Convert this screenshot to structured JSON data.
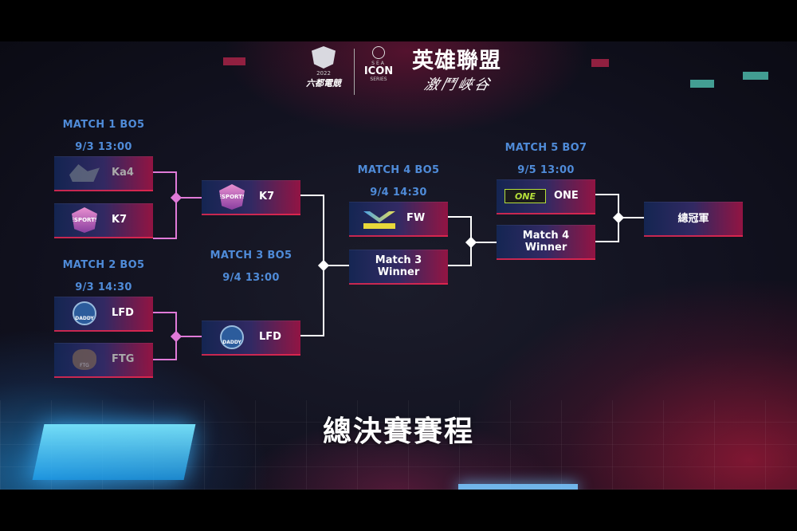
{
  "header": {
    "logo1_year": "2022",
    "logo1_name": "六都電競",
    "logo2_top": "SEA",
    "logo2_main": "ICON",
    "logo2_bottom": "SERIES",
    "logo3_title": "英雄聯盟",
    "logo3_subtitle": "激鬥峽谷"
  },
  "colors": {
    "label_blue": "#4f8bd8",
    "connector_pink": "#e07ad8",
    "connector_white": "#ffffff",
    "box_red": "#a01446",
    "box_blue": "#14285a"
  },
  "matches": {
    "m1": {
      "label": "MATCH 1  BO5",
      "time": "9/3 13:00",
      "team_a": "Ka4",
      "team_b": "K7"
    },
    "m2": {
      "label": "MATCH 2  BO5",
      "time": "9/3 14:30",
      "team_a": "LFD",
      "team_b": "FTG"
    },
    "m3": {
      "label": "MATCH 3  BO5",
      "time": "9/4  13:00",
      "team_a": "K7",
      "team_b": "LFD"
    },
    "m4": {
      "label": "MATCH 4  BO5",
      "time": "9/4  14:30",
      "team_a": "FW",
      "team_b_line1": "Match 3",
      "team_b_line2": "Winner"
    },
    "m5": {
      "label": "MATCH 5  BO7",
      "time": "9/5  13:00",
      "team_a": "ONE",
      "team_b_line1": "Match 4",
      "team_b_line2": "Winner"
    },
    "champion": "總冠軍"
  },
  "icons": {
    "ka4": "Ka4",
    "k7": "ESPORTS",
    "lfd": "DADDY",
    "ftg": "FTG",
    "one": "ONE"
  },
  "title": "總決賽賽程"
}
